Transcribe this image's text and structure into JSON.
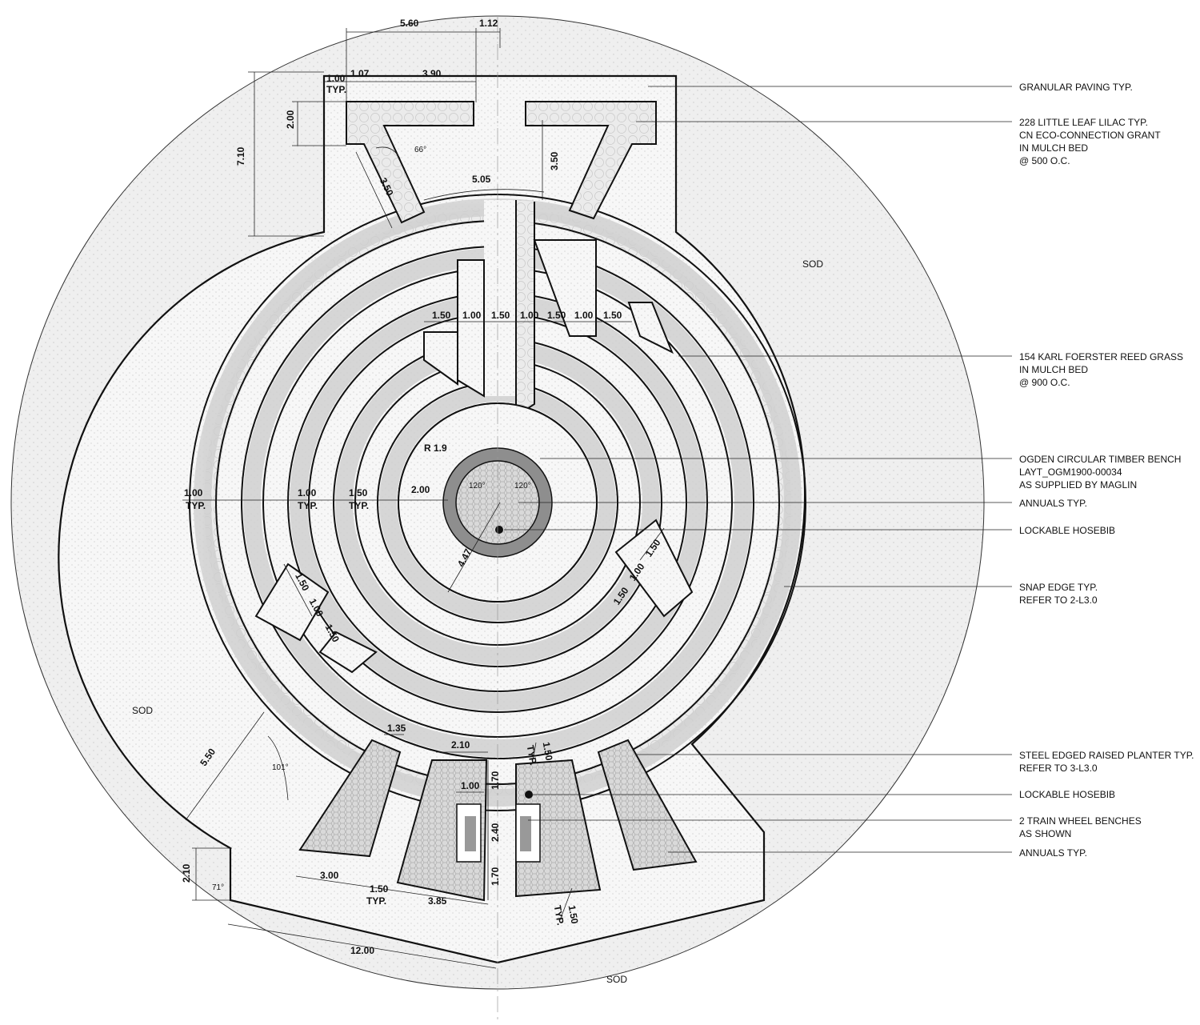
{
  "colors": {
    "sod": "#efefef",
    "paving": "#f6f6f6",
    "mulch": "#e9e9e9",
    "planter": "#d6d6d6",
    "bench": "#8e8e8e",
    "line": "#111111"
  },
  "zones": {
    "sod_right": "SOD",
    "sod_left": "SOD",
    "sod_bottom": "SOD"
  },
  "callouts": [
    {
      "id": "granular-paving",
      "lines": [
        "GRANULAR PAVING TYP."
      ]
    },
    {
      "id": "lilac",
      "lines": [
        "228 LITTLE LEAF LILAC TYP.",
        "CN ECO-CONNECTION GRANT",
        "IN MULCH BED",
        "@ 500 O.C."
      ]
    },
    {
      "id": "reed-grass",
      "lines": [
        "154 KARL FOERSTER REED GRASS",
        "IN MULCH BED",
        "@ 900 O.C."
      ]
    },
    {
      "id": "timber-bench",
      "lines": [
        "OGDEN CIRCULAR TIMBER BENCH",
        "LAYT_OGM1900-00034",
        "AS SUPPLIED BY MAGLIN"
      ]
    },
    {
      "id": "annuals-center",
      "lines": [
        "ANNUALS TYP."
      ]
    },
    {
      "id": "hosebib-center",
      "lines": [
        "LOCKABLE HOSEBIB"
      ]
    },
    {
      "id": "snap-edge",
      "lines": [
        "SNAP EDGE TYP.",
        "REFER TO 2-L3.0"
      ]
    },
    {
      "id": "raised-planter",
      "lines": [
        "STEEL EDGED RAISED PLANTER TYP.",
        "REFER TO 3-L3.0"
      ]
    },
    {
      "id": "hosebib-south",
      "lines": [
        "LOCKABLE HOSEBIB"
      ]
    },
    {
      "id": "train-benches",
      "lines": [
        "2 TRAIN WHEEL BENCHES",
        "AS SHOWN"
      ]
    },
    {
      "id": "annuals-south",
      "lines": [
        "ANNUALS TYP."
      ]
    }
  ],
  "dimensions": {
    "top_5_60": "5.60",
    "top_1_12": "1.12",
    "top_3_90": "3.90",
    "top_1_07": "1.07",
    "top_1_00_typ_a": "1.00",
    "top_1_00_typ_b": "TYP.",
    "left_7_10": "7.10",
    "left_2_00": "2.00",
    "angle_66": "66°",
    "diag_3_50": "3.50",
    "vert_3_50": "3.50",
    "arc_5_05": "5.05",
    "row_1_50_a": "1.50",
    "row_1_00_a": "1.00",
    "row_1_50_b": "1.50",
    "row_1_00_b": "1.00",
    "row_1_50_c": "1.50",
    "row_1_00_c": "1.00",
    "row_1_50_d": "1.50",
    "mid_1_00_typ_a": "1.00",
    "mid_typ_a": "TYP.",
    "mid_1_00_typ_b": "1.00",
    "mid_typ_b": "TYP.",
    "mid_1_50_typ": "1.50",
    "mid_typ_c": "TYP.",
    "mid_2_00": "2.00",
    "radius": "R 1.9",
    "angle_120_a": "120°",
    "angle_120_b": "120°",
    "radius_4_47": "4.47",
    "left_1_50": "1.50",
    "left_1_00": "1.00",
    "left_1_50_b": "1.50",
    "right_1_50": "1.50",
    "right_1_00": "1.00",
    "right_1_50_b": "1.50",
    "south_1_35": "1.35",
    "south_2_10": "2.10",
    "south_1_50_typ": "1.50",
    "south_typ": "TYP.",
    "south_1_70_a": "1.70",
    "south_1_00": "1.00",
    "south_2_40": "2.40",
    "south_1_70_b": "1.70",
    "south_5_50": "5.50",
    "angle_101": "101°",
    "south_2_10_b": "2.10",
    "angle_71": "71°",
    "south_3_00": "3.00",
    "south_1_50_typ_b": "1.50",
    "south_typ_b": "TYP.",
    "south_3_85": "3.85",
    "south_1_50_typ_c": "1.50",
    "south_typ_c": "TYP.",
    "bottom_12_00": "12.00"
  }
}
